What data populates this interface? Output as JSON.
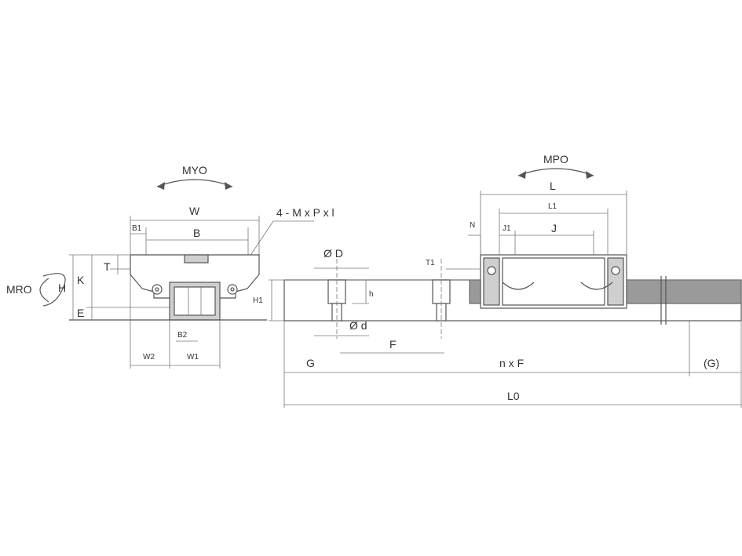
{
  "labels": {
    "mr_moment": "MRO",
    "mp_moment": "MPO",
    "my_moment": "MYO",
    "W": "W",
    "B1": "B1",
    "B": "B",
    "bolts": "4 - M x P x l",
    "T": "T",
    "H": "H",
    "K": "K",
    "E": "E",
    "B2": "B2",
    "W2": "W2",
    "W1": "W1",
    "H1": "H1",
    "D": "Ø D",
    "h": "h",
    "d": "Ø d",
    "F": "F",
    "G": "G",
    "nF": "n x F",
    "G_paren": "(G)",
    "L0": "L0",
    "T1": "T1",
    "N": "N",
    "L": "L",
    "L1": "L1",
    "J1": "J1",
    "J": "J"
  }
}
